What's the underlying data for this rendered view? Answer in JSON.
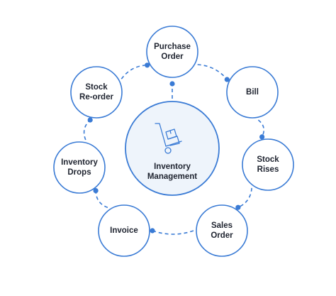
{
  "center": {
    "lines": [
      "Inventory",
      "Management"
    ],
    "icon": "hand-truck-boxes-icon"
  },
  "nodes": [
    {
      "id": "purchase-order",
      "lines": [
        "Purchase",
        "Order"
      ]
    },
    {
      "id": "bill",
      "lines": [
        "Bill"
      ]
    },
    {
      "id": "stock-rises",
      "lines": [
        "Stock",
        "Rises"
      ]
    },
    {
      "id": "sales-order",
      "lines": [
        "Sales",
        "Order"
      ]
    },
    {
      "id": "invoice",
      "lines": [
        "Invoice"
      ]
    },
    {
      "id": "inventory-drops",
      "lines": [
        "Inventory",
        "Drops"
      ]
    },
    {
      "id": "stock-reorder",
      "lines": [
        "Stock",
        "Re-order"
      ]
    }
  ],
  "colors": {
    "accent": "#3a7bd5",
    "center_fill": "#eef4fb",
    "text": "#1f2430"
  }
}
